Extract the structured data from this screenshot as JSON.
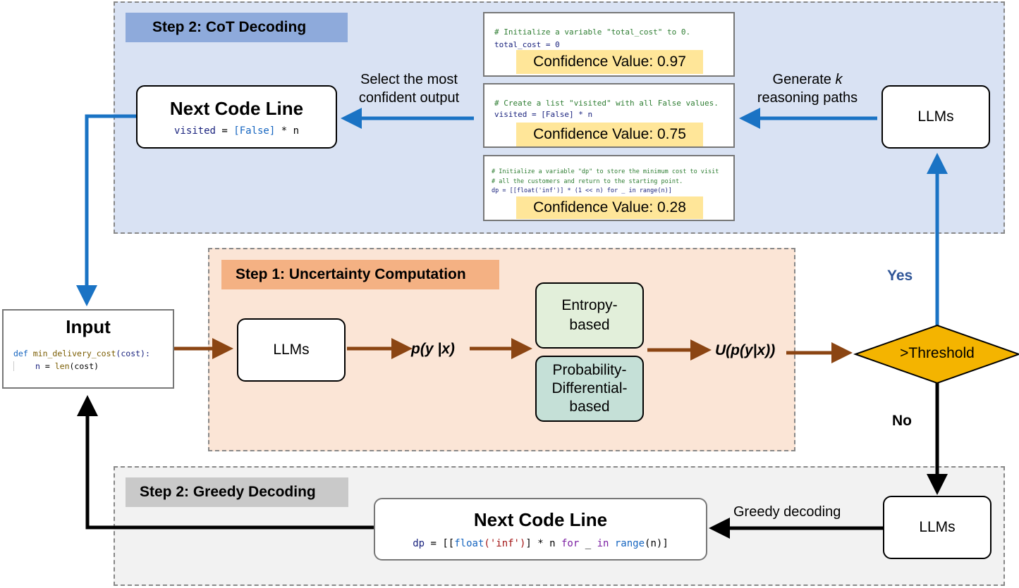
{
  "regions": {
    "cot": {
      "label": "Step 2: CoT Decoding",
      "label_bg": "#8eaadb",
      "bg": "#d9e2f3"
    },
    "uncertainty": {
      "label": "Step 1: Uncertainty Computation",
      "label_bg": "#f4b183",
      "bg": "#fbe5d6"
    },
    "greedy": {
      "label": "Step 2: Greedy Decoding",
      "label_bg": "#c9c9c9",
      "bg": "#f2f2f2"
    }
  },
  "input_box": {
    "title": "Input",
    "code_line1_def": "def",
    "code_line1_fn": "min_delivery_cost",
    "code_line1_rest": "(cost):",
    "code_line2_var": "n",
    "code_line2_rest": " = ",
    "code_line2_fn": "len",
    "code_line2_end": "(cost)"
  },
  "cot": {
    "next_code_title": "Next Code Line",
    "next_code_var": "visited",
    "next_code_mid": " = ",
    "next_code_list": "[False]",
    "next_code_end": " * n",
    "select_label_line1": "Select the most",
    "select_label_line2": "confident output",
    "generate_label_prefix": "Generate ",
    "generate_label_k": "k",
    "generate_label_line2": "reasoning paths",
    "llms_label": "LLMs",
    "candidates": [
      {
        "comment": "# Initialize a variable \"total_cost\" to 0.",
        "code": "total_cost = 0",
        "confidence": "Confidence Value: 0.97"
      },
      {
        "comment": "# Create a list \"visited\" with all False values.",
        "code": "visited = [False] * n",
        "confidence": "Confidence Value: 0.75"
      },
      {
        "comment": "# Initialize a variable \"dp\" to store the minimum cost to visit",
        "comment2": "# all the customers and return to the starting point.",
        "code": "dp = [[float('inf')] * (1 << n) for _ in range(n)]",
        "confidence": "Confidence Value: 0.28"
      }
    ]
  },
  "uncertainty": {
    "llms_label": "LLMs",
    "prob_label": "p(y |x)",
    "entropy_line1": "Entropy-",
    "entropy_line2": "based",
    "entropy_bg": "#e2efda",
    "probdiff_line1": "Probability-",
    "probdiff_line2": "Differential-",
    "probdiff_line3": "based",
    "probdiff_bg": "#c5e0d7",
    "u_label": "U(p(y|x))"
  },
  "threshold": {
    "label": ">Threshold",
    "color": "#f4b400",
    "yes_label": "Yes",
    "no_label": "No"
  },
  "greedy": {
    "next_code_title": "Next Code Line",
    "code_var": "dp",
    "code_mid": " = [[",
    "code_fn": "float",
    "code_str": "('inf')",
    "code_mid2": "] * n ",
    "code_for": "for",
    "code_mid3": " _ ",
    "code_in": "in",
    "code_range": " range",
    "code_end": "(n)]",
    "greedy_label": "Greedy decoding",
    "llms_label": "LLMs"
  },
  "colors": {
    "blue_arrow": "#1a73c4",
    "brown_arrow": "#8b4513",
    "black_arrow": "#000000",
    "yes_text": "#2f5597"
  }
}
